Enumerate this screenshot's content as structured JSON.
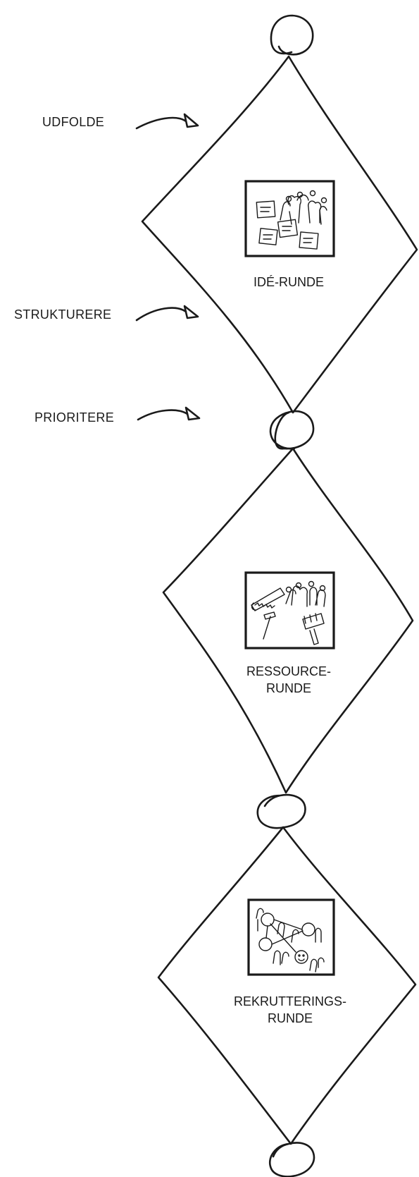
{
  "side_labels": [
    {
      "id": "udfolde",
      "text": "UDFOLDE"
    },
    {
      "id": "strukturere",
      "text": "STRUKTURERE"
    },
    {
      "id": "prioritere",
      "text": "PRIORITERE"
    }
  ],
  "stages": [
    {
      "id": "ide",
      "caption_line1": "IDÉ-RUNDE",
      "caption_line2": ""
    },
    {
      "id": "ressource",
      "caption_line1": "RESSOURCE-",
      "caption_line2": "RUNDE"
    },
    {
      "id": "rekruttering",
      "caption_line1": "REKRUTTERINGS-",
      "caption_line2": "RUNDE"
    }
  ],
  "icons": {
    "stage1": "sticky-notes-and-people-icon",
    "stage2": "saw-hammer-brush-and-people-icon",
    "stage3": "network-of-people-icon"
  }
}
